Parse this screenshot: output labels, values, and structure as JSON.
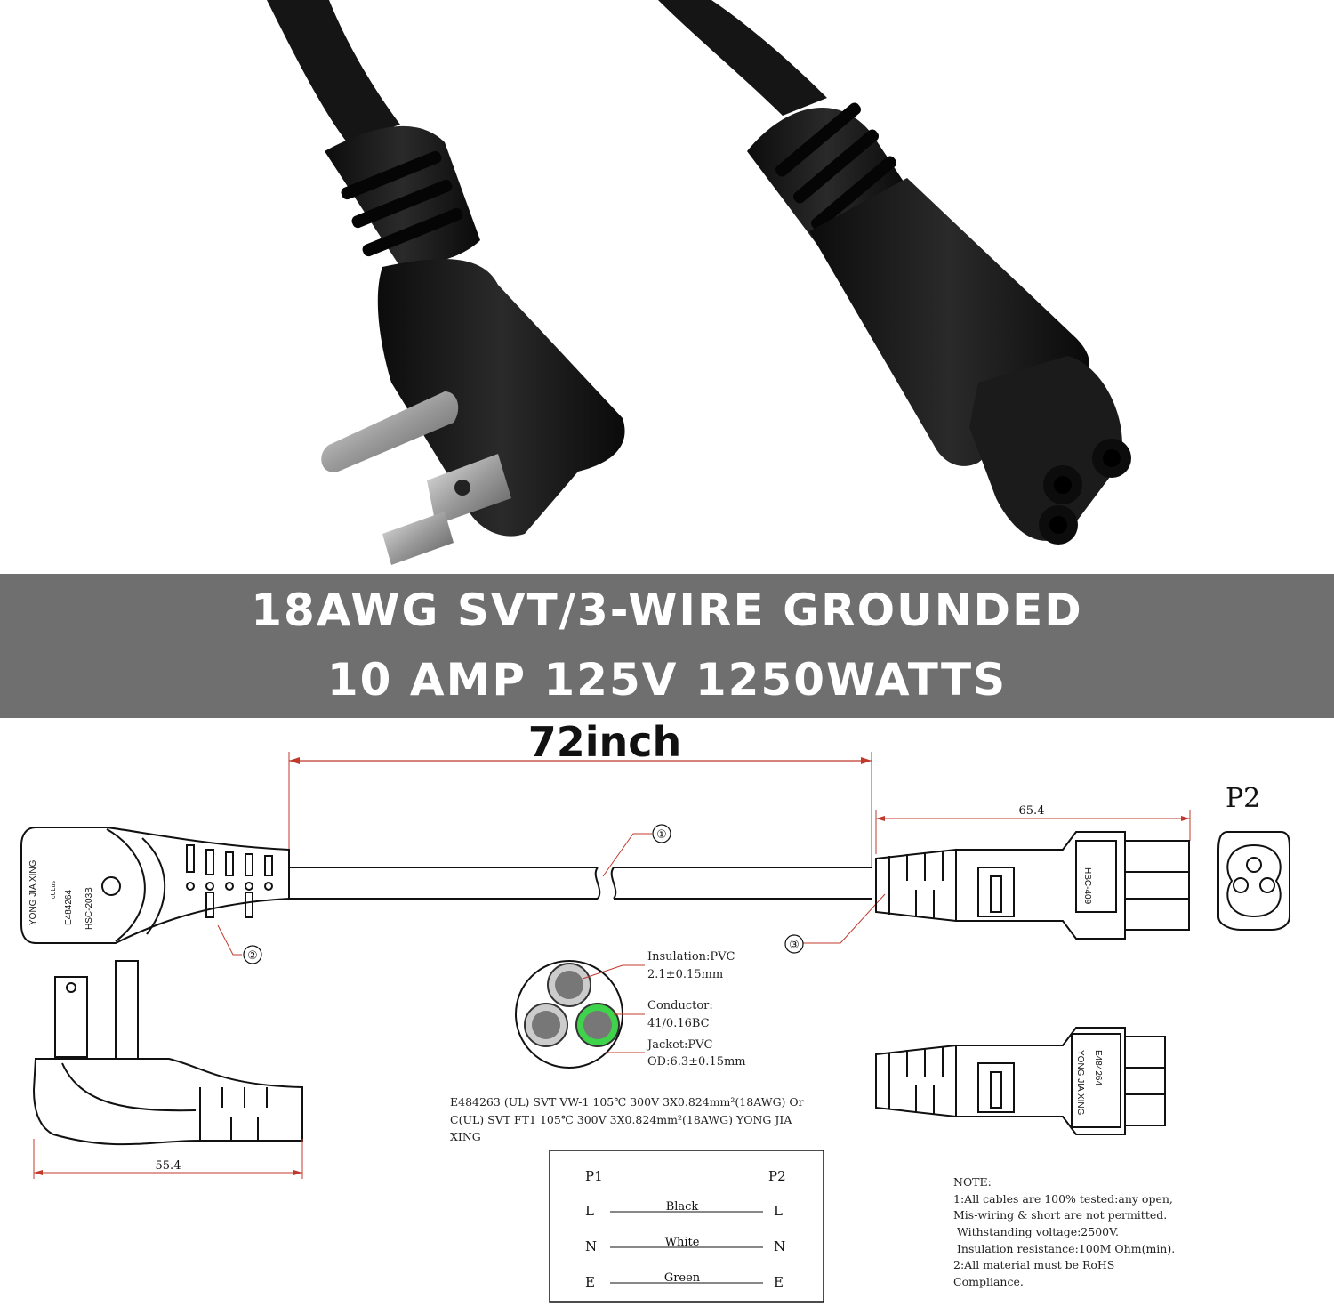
{
  "banner": {
    "line1": "18AWG SVT/3-WIRE GROUNDED",
    "line2": "10 AMP 125V 1250WATTS"
  },
  "dimensions": {
    "cable_length": "72inch",
    "p2_length": "65.4",
    "plug_length": "55.4"
  },
  "labels": {
    "p2": "P2",
    "callout_1": "①",
    "callout_2": "②",
    "callout_3": "③"
  },
  "plug_marking": {
    "brand": "YONG JIA XING",
    "file": "E484264",
    "model": "HSC-203B",
    "cert": "cULus"
  },
  "connector_marking": {
    "model": "HSC-409",
    "file": "E484264",
    "brand": "YONG JIA XING"
  },
  "cable_spec": {
    "insulation_label": "Insulation:PVC",
    "insulation_value": "2.1±0.15mm",
    "conductor_label": "Conductor:",
    "conductor_value": "41/0.16BC",
    "jacket_label": "Jacket:PVC",
    "jacket_value": "OD:6.3±0.15mm",
    "rating_line1": "E484263 (UL) SVT VW-1 105℃ 300V 3X0.824mm²(18AWG) Or",
    "rating_line2": "C(UL) SVT FT1 105℃ 300V 3X0.824mm²(18AWG) YONG JIA",
    "rating_line3": "XING"
  },
  "wiring_table": {
    "left_header": "P1",
    "right_header": "P2",
    "rows": [
      {
        "left": "L",
        "wire": "Black",
        "right": "L"
      },
      {
        "left": "N",
        "wire": "White",
        "right": "N"
      },
      {
        "left": "E",
        "wire": "Green",
        "right": "E"
      }
    ]
  },
  "notes": {
    "title": "NOTE:",
    "lines": [
      "1:All cables are 100% tested:any open,",
      "Mis-wiring & short are not permitted.",
      " Withstanding voltage:2500V.",
      " Insulation resistance:100M Ohm(min).",
      "2:All material must be RoHS",
      "Compliance."
    ]
  },
  "colors": {
    "banner_bg": "#6f6f6f",
    "dimension_line": "#c0392b",
    "ground_wire": "#2ecc40"
  }
}
